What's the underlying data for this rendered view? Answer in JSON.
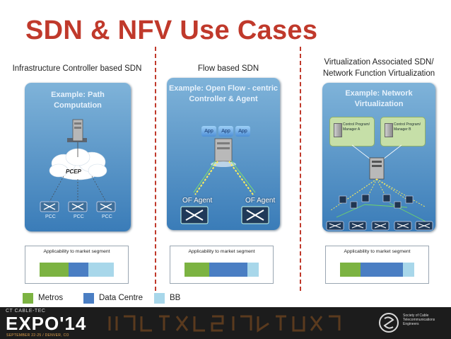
{
  "slide": {
    "title": "SDN & NFV Use Cases"
  },
  "columns": [
    {
      "heading": "Infrastructure Controller based SDN",
      "panel_lines": [
        "Example: Path",
        "Computation"
      ],
      "protocol_label": "PCEP",
      "client_labels": [
        "PCC",
        "PCC",
        "PCC"
      ],
      "applicability_label": "Applicability to market segment",
      "applicability": {
        "Metros": 0.39,
        "Data Centre": 0.27,
        "BB": 0.34
      }
    },
    {
      "heading": "Flow based SDN",
      "panel_lines": [
        "Example: Open Flow - centric",
        "Controller & Agent"
      ],
      "apps": [
        "App",
        "App",
        "App"
      ],
      "agent_labels": [
        "OF Agent",
        "OF Agent"
      ],
      "applicability_label": "Applicability to market segment",
      "applicability": {
        "Metros": 0.33,
        "Data Centre": 0.52,
        "BB": 0.15
      }
    },
    {
      "heading_lines": [
        "Virtualization Associated SDN/",
        "Network Function Virtualization"
      ],
      "panel_lines": [
        "Example: Network",
        "Virtualization"
      ],
      "control_programs": [
        {
          "line1": "Control Program/",
          "line2": "Manager A"
        },
        {
          "line1": "Control Program/",
          "line2": "Manager B"
        }
      ],
      "applicability_label": "Applicability to market segment",
      "applicability": {
        "Metros": 0.28,
        "Data Centre": 0.57,
        "BB": 0.15
      }
    }
  ],
  "legend": [
    {
      "label": "Metros",
      "color": "#7cb342"
    },
    {
      "label": "Data Centre",
      "color": "#4a7ec3"
    },
    {
      "label": "BB",
      "color": "#a8d7ea"
    }
  ],
  "footer": {
    "ct_label": "CT CABLE-TEC",
    "expo_label": "EXPO'14",
    "expo_sub": "SEPTEMBER 22-25 / DENVER, CO",
    "scte_lines": [
      "Society of Cable",
      "Telecommunications",
      "Engineers"
    ]
  },
  "colors": {
    "title": "#c0392b",
    "separator": "#c0392b",
    "panel_top": "#7fb3d9",
    "panel_bottom": "#3a7cb8"
  }
}
